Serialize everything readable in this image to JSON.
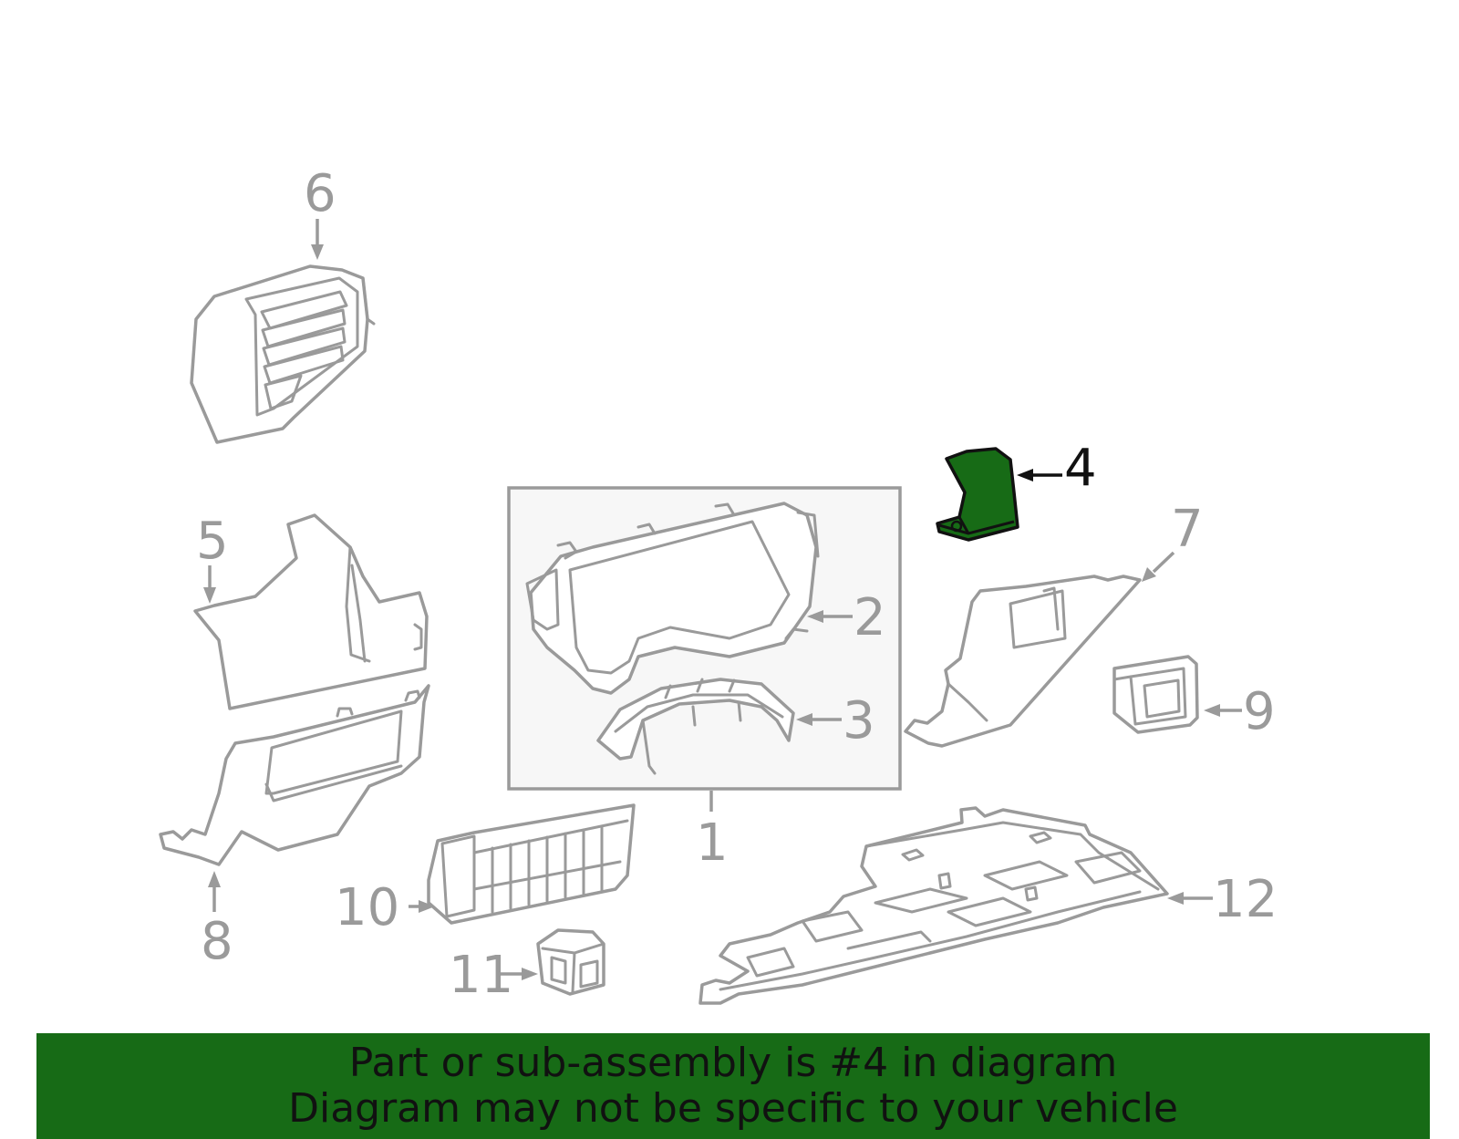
{
  "highlight_color": "#176b16",
  "highlighted_part": "4",
  "callouts": {
    "c1": "1",
    "c2": "2",
    "c3": "3",
    "c4": "4",
    "c5": "5",
    "c6": "6",
    "c7": "7",
    "c8": "8",
    "c9": "9",
    "c10": "10",
    "c11": "11",
    "c12": "12"
  },
  "banner": {
    "line1": "Part or sub-assembly is #4 in diagram",
    "line2": "Diagram may not be specific to your vehicle"
  }
}
